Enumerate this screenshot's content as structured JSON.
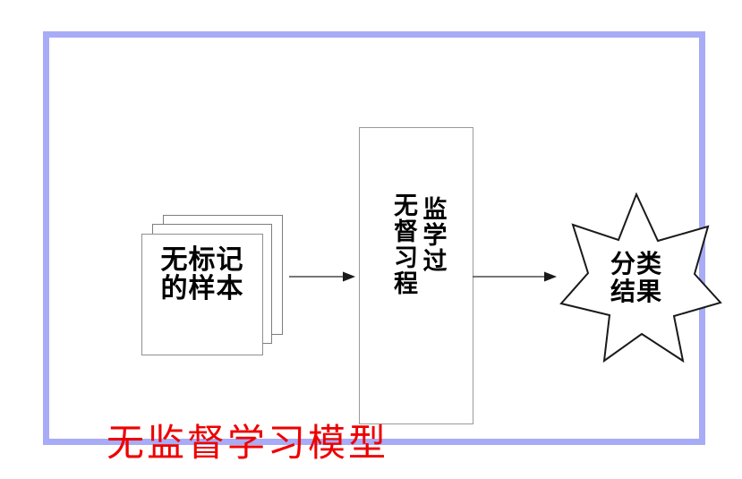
{
  "figure": {
    "caption": "无监督学习模型",
    "caption_color": "#ee0000",
    "frame_color": "#a8abf5",
    "background_color": "#ffffff"
  },
  "nodes": {
    "input_documents": {
      "name": "unlabeled-samples",
      "shape": "stacked-documents",
      "sheet_count": 3,
      "label_lines": [
        "无标记",
        "的样本"
      ],
      "text_color": "#000000",
      "outline_color": "#8a8a8a"
    },
    "process": {
      "name": "unsupervised-learning-process",
      "shape": "rectangle",
      "label_columns_right_to_left": [
        "监学过",
        "无督习程"
      ],
      "reading": "无监督学习过程",
      "text_color": "#000000",
      "outline_color": "#9a9a9a"
    },
    "output": {
      "name": "classification-result",
      "shape": "8-point-star",
      "label_lines": [
        "分类",
        "结果"
      ],
      "text_color": "#000000",
      "outline_color": "#1a1a1a"
    }
  },
  "connectors": [
    {
      "name": "arrow-documents-to-process",
      "from": "unlabeled-samples",
      "to": "unsupervised-learning-process",
      "style": "solid-arrow-right",
      "color": "#4a4a4a"
    },
    {
      "name": "arrow-process-to-result",
      "from": "unsupervised-learning-process",
      "to": "classification-result",
      "style": "solid-arrow-right",
      "color": "#4a4a4a"
    }
  ]
}
